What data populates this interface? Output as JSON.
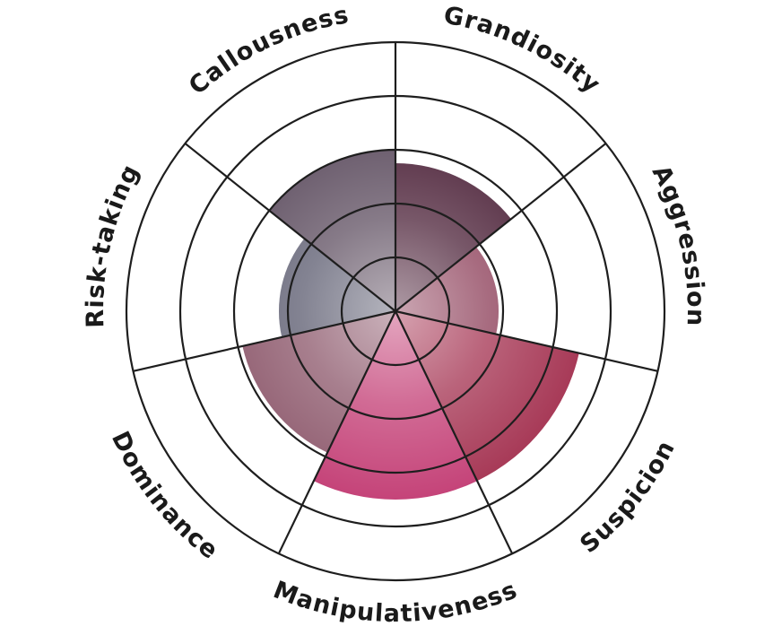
{
  "chart_data": {
    "type": "radial-bar",
    "categories": [
      "Grandiosity",
      "Aggression",
      "Suspicion",
      "Manipulativeness",
      "Dominance",
      "Risk-taking",
      "Callousness"
    ],
    "values": [
      3.3,
      2.3,
      4.2,
      4.2,
      3.5,
      2.6,
      3.6
    ],
    "rlim": [
      0,
      6
    ],
    "ring_count": 6,
    "grid": true,
    "legend": "none",
    "colors": {
      "Grandiosity": "#4a1f36",
      "Aggression": "#8a3a55",
      "Suspicion": "#a3304f",
      "Manipulativeness": "#c23a72",
      "Dominance": "#8a5468",
      "Risk-taking": "#5a5a6e",
      "Callousness": "#5e4e60"
    }
  }
}
